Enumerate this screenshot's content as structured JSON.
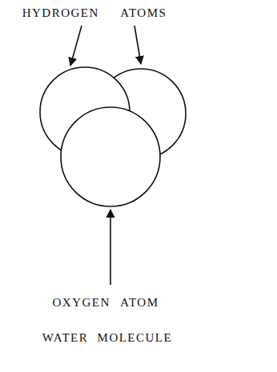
{
  "diagram": {
    "caption": "WATER MOLECULE",
    "labels": [
      "HYDROGEN ATOMS",
      "OXYGEN ATOM"
    ]
  }
}
